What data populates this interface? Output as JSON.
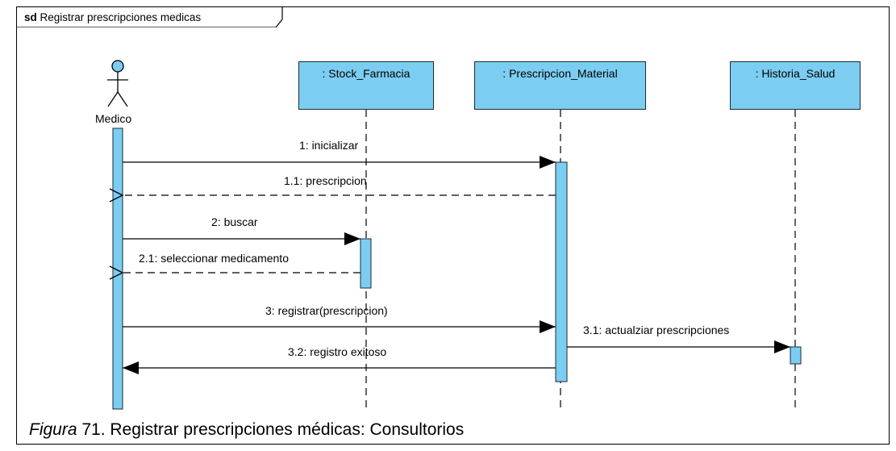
{
  "frame": {
    "keyword": "sd",
    "title": "Registrar prescripciones medicas"
  },
  "actor": {
    "name": "Medico"
  },
  "lifelines": [
    {
      "id": "stock",
      "label": ": Stock_Farmacia"
    },
    {
      "id": "prescripcion",
      "label": ": Prescripcion_Material"
    },
    {
      "id": "historia",
      "label": ": Historia_Salud"
    }
  ],
  "messages": [
    {
      "id": "m1",
      "label": "1: inicializar",
      "type": "sync"
    },
    {
      "id": "m11",
      "label": "1.1: prescripcion",
      "type": "return"
    },
    {
      "id": "m2",
      "label": "2: buscar",
      "type": "sync"
    },
    {
      "id": "m21",
      "label": "2.1: seleccionar medicamento",
      "type": "return"
    },
    {
      "id": "m3",
      "label": "3: registrar(prescripcion)",
      "type": "sync"
    },
    {
      "id": "m31",
      "label": "3.1: actualziar prescripciones",
      "type": "sync"
    },
    {
      "id": "m32",
      "label": "3.2: registro exitoso",
      "type": "sync"
    }
  ],
  "caption": {
    "prefix": "Figura",
    "text": " 71. Registrar prescripciones médicas: Consultorios"
  },
  "colors": {
    "lifeline_fill": "#7ccdf2",
    "line": "#000000"
  }
}
